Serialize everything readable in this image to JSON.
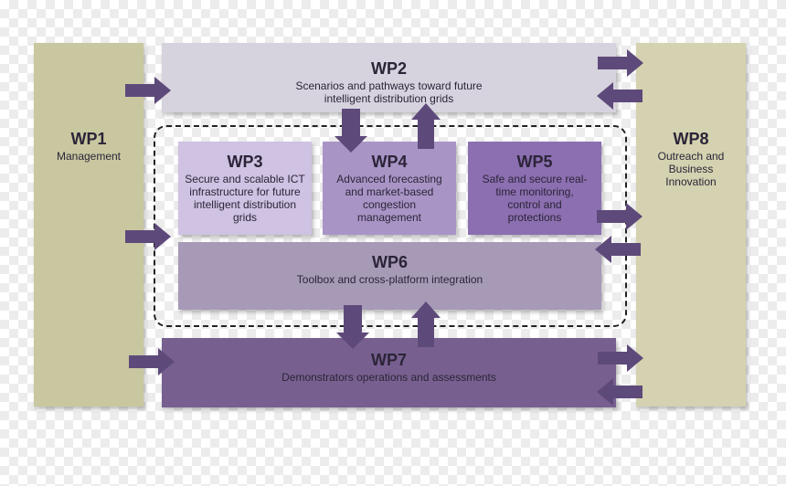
{
  "colors": {
    "arrow": "#5e4a7a",
    "wp1_fill": "#c9c7a0",
    "wp8_fill": "#d4d2b0",
    "wp2_fill": "#d6d3de",
    "wp3_fill": "#cfc2e2",
    "wp4_fill": "#a895c6",
    "wp5_fill": "#8b6fb0",
    "wp6_fill": "#a69ab7",
    "wp7_fill": "#77608f"
  },
  "wp1": {
    "title": "WP1",
    "desc": "Management"
  },
  "wp2": {
    "title": "WP2",
    "desc": "Scenarios and pathways toward future intelligent distribution grids"
  },
  "wp3": {
    "title": "WP3",
    "desc": "Secure and scalable ICT infrastructure for future intelligent distribution grids"
  },
  "wp4": {
    "title": "WP4",
    "desc": "Advanced forecasting and market-based congestion management"
  },
  "wp5": {
    "title": "WP5",
    "desc": "Safe and secure real-time monitoring, control and protections"
  },
  "wp6": {
    "title": "WP6",
    "desc": "Toolbox and cross-platform integration"
  },
  "wp7": {
    "title": "WP7",
    "desc": "Demonstrators operations and assessments"
  },
  "wp8": {
    "title": "WP8",
    "desc": "Outreach and Business Innovation"
  }
}
